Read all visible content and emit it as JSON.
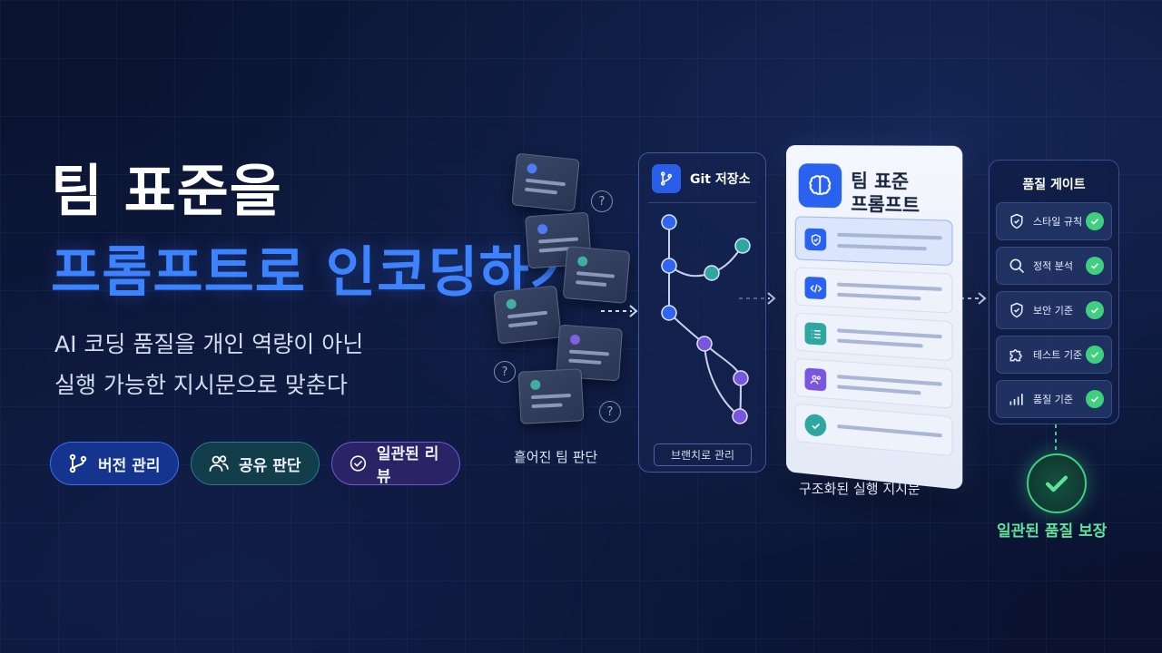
{
  "headline": {
    "line1": "팀 표준을",
    "line2": "프롬프트로 인코딩하기"
  },
  "subtitle": {
    "line1": "AI 코딩 품질을 개인 역량이 아닌",
    "line2": "실행 가능한 지시문으로 맞춘다"
  },
  "pills": [
    {
      "label": "버전 관리",
      "icon": "branch-icon"
    },
    {
      "label": "공유 판단",
      "icon": "users-icon"
    },
    {
      "label": "일관된 리뷰",
      "icon": "check-circle-icon"
    }
  ],
  "scattered": {
    "caption": "흩어진 팀 판단",
    "question_mark": "?"
  },
  "git": {
    "title": "Git 저장소",
    "footer": "브랜치로 관리"
  },
  "prompt_doc": {
    "title_line1": "팀 표준",
    "title_line2": "프롬프트",
    "caption": "구조화된 실행 지시문"
  },
  "quality_gate": {
    "title": "품질 게이트",
    "items": [
      {
        "label": "스타일 규칙",
        "icon": "shield-icon"
      },
      {
        "label": "정적 분석",
        "icon": "search-icon"
      },
      {
        "label": "보안 기준",
        "icon": "shield-icon"
      },
      {
        "label": "테스트 기준",
        "icon": "puzzle-icon"
      },
      {
        "label": "품질 기준",
        "icon": "bar-chart-icon"
      }
    ]
  },
  "final": {
    "caption": "일관된 품질 보장"
  },
  "colors": {
    "accent_blue": "#3d82ff",
    "check_green": "#3ed07f",
    "teal": "#3fb0a0",
    "purple": "#6a5ad8"
  }
}
